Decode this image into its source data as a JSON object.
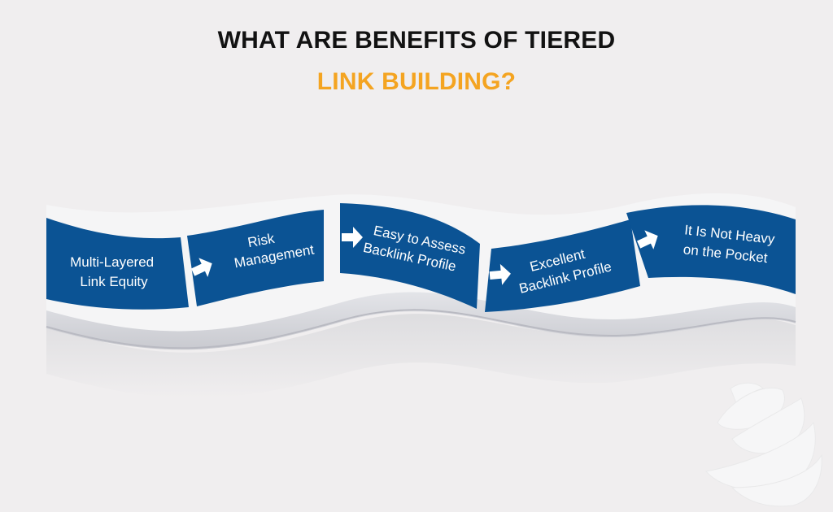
{
  "title": {
    "line1": "WHAT ARE BENEFITS OF TIERED",
    "line2": "LINK BUILDING?"
  },
  "colors": {
    "background": "#f0eeef",
    "title_dark": "#121212",
    "title_accent": "#f4a421",
    "panel_blue": "#0b5394",
    "band_white": "#f5f5f6",
    "band_edge": "#d7d8dc"
  },
  "steps": [
    {
      "line1": "Multi-Layered",
      "line2": "Link Equity",
      "arrow": false
    },
    {
      "line1": "Risk",
      "line2": "Management",
      "arrow": true
    },
    {
      "line1": "Easy to Assess",
      "line2": "Backlink Profile",
      "arrow": true
    },
    {
      "line1": "Excellent",
      "line2": "Backlink Profile",
      "arrow": true
    },
    {
      "line1": "It Is Not Heavy",
      "line2": "on the Pocket",
      "arrow": true
    }
  ],
  "decorations": {
    "arrow_icon": "right-arrow-icon",
    "globe_icon": "striped-globe-logo"
  }
}
